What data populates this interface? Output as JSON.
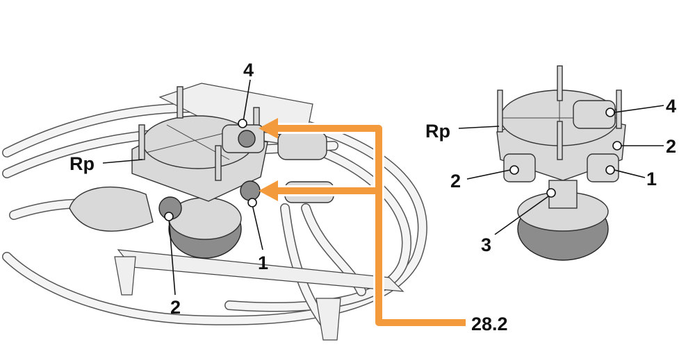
{
  "left_view": {
    "labels": {
      "port4": "4",
      "rp": "Rp",
      "port2": "2",
      "port1": "1",
      "reference": "28.2"
    }
  },
  "right_view": {
    "labels": {
      "rp": "Rp",
      "port4": "4",
      "port2_right": "2",
      "port2_left": "2",
      "port1": "1",
      "port3": "3"
    }
  },
  "colors": {
    "arrow": "#F39B3C",
    "line": "#111111",
    "part": "#D9D9D9"
  }
}
